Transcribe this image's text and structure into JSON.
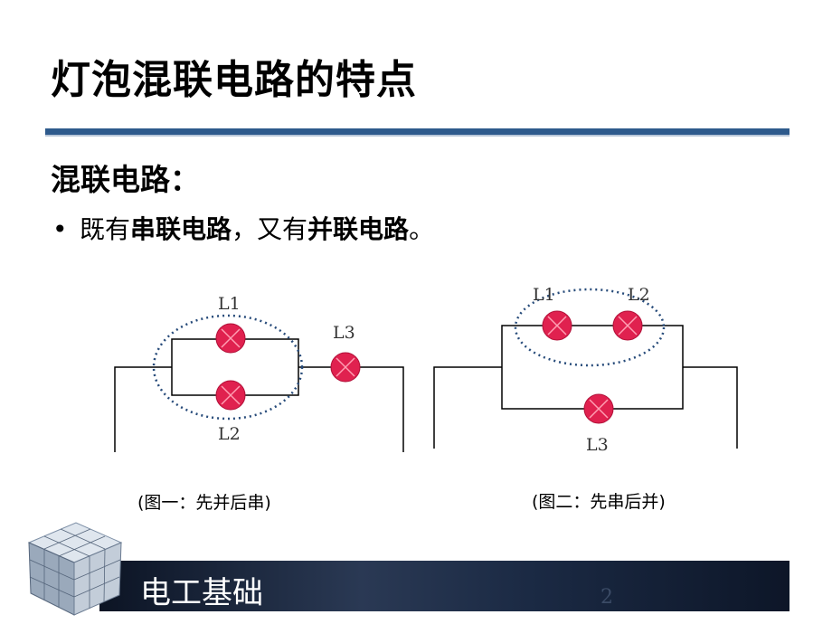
{
  "slide": {
    "title": "灯泡混联电路的特点",
    "subheading": "混联电路：",
    "bullet": {
      "prefix": "既有",
      "term1": "串联电路",
      "middle": "，又有",
      "term2": "并联电路",
      "suffix": "。"
    }
  },
  "figures": [
    {
      "lamps": [
        "L1",
        "L2",
        "L3"
      ],
      "caption": "(图一：先并后串)"
    },
    {
      "lamps": [
        "L1",
        "L2",
        "L3"
      ],
      "caption": "(图二：先串后并)"
    }
  ],
  "footer": {
    "label": "电工基础",
    "page_number": "2"
  },
  "colors": {
    "title_rule": "#2e5a8c",
    "lamp_fill": "#e0214f",
    "ellipse": "#274b7a",
    "footer_bg": "#1b2a44"
  }
}
